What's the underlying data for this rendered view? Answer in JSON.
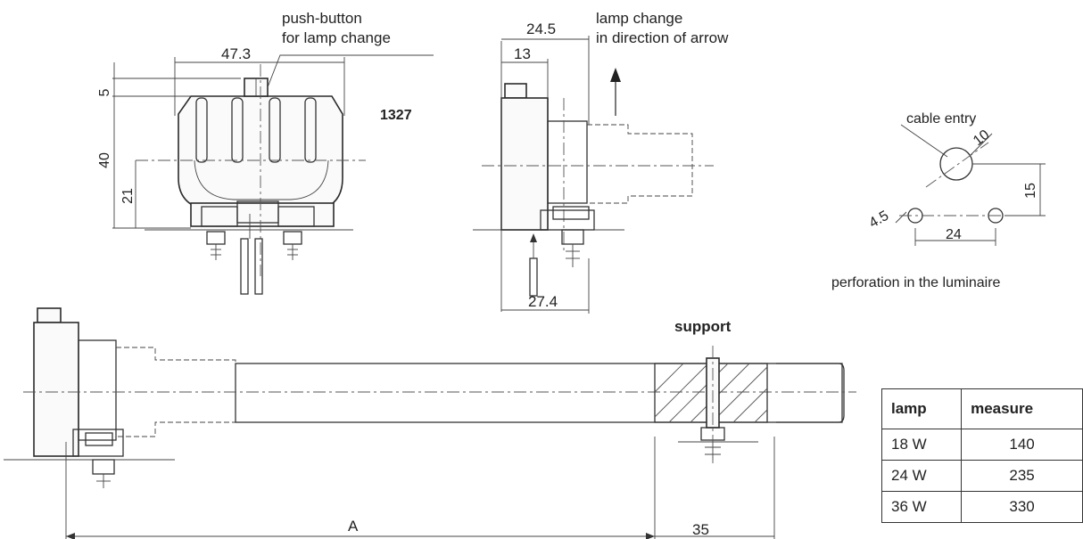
{
  "labels": {
    "push_button": [
      "push-button",
      "for lamp change"
    ],
    "lamp_change": [
      "lamp change",
      "in direction of arrow"
    ],
    "model": "1327",
    "cable_entry": "cable entry",
    "perforation": "perforation in the luminaire",
    "support": "support"
  },
  "dimensions": {
    "d47_3": "47.3",
    "d5": "5",
    "d40": "40",
    "d21": "21",
    "d24_5": "24.5",
    "d13": "13",
    "d27_4": "27.4",
    "d10": "10",
    "d4_5": "4.5",
    "d15": "15",
    "d24": "24",
    "dA": "A",
    "d35": "35"
  },
  "table": {
    "headers": [
      "lamp",
      "measure"
    ],
    "rows": [
      [
        "18 W",
        "140"
      ],
      [
        "24 W",
        "235"
      ],
      [
        "36 W",
        "330"
      ]
    ]
  }
}
